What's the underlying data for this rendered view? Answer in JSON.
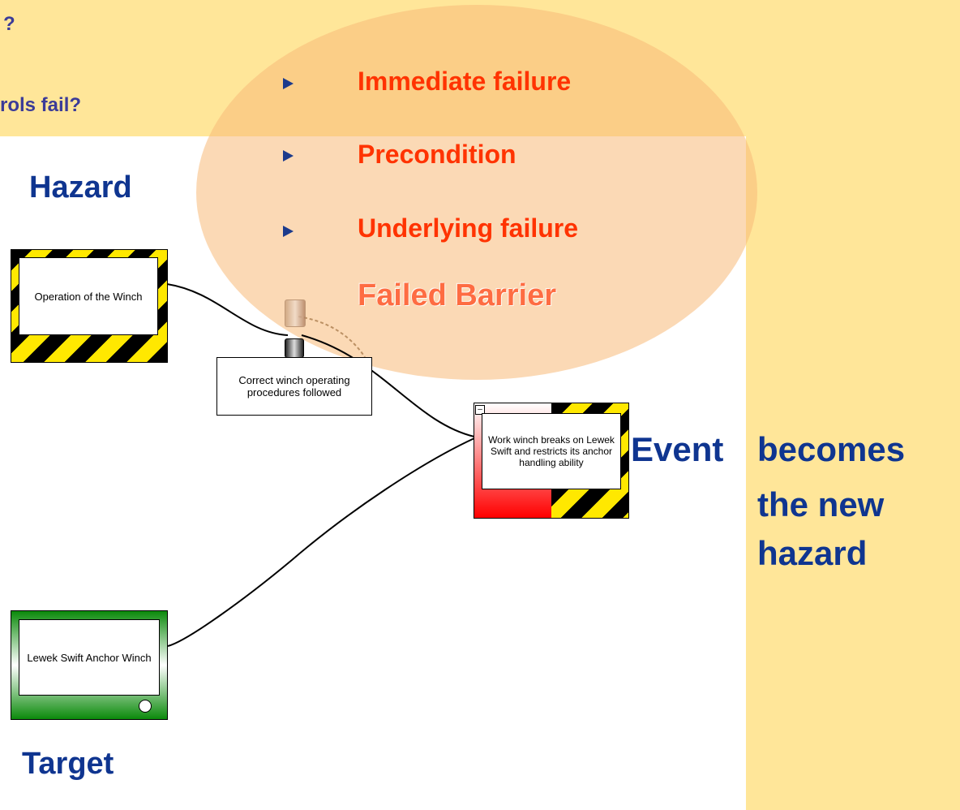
{
  "header": {
    "line1": "?",
    "line2": "rols fail?"
  },
  "labels": {
    "hazard": "Hazard",
    "target": "Target",
    "event_line1": "Event",
    "event_line2": "becomes",
    "event_line3": "the new",
    "event_line4": "hazard"
  },
  "legend": {
    "items": [
      "Immediate failure",
      "Precondition",
      "Underlying failure"
    ],
    "failed_barrier": "Failed Barrier"
  },
  "nodes": {
    "hazard": "Operation of the Winch",
    "barrier": "Correct winch operating procedures followed",
    "event": "Work winch breaks on Lewek Swift and restricts its anchor handling ability",
    "target": "Lewek Swift Anchor Winch"
  },
  "colors": {
    "band": "#ffe699",
    "title_blue": "#0f3590",
    "question_blue": "#3b3b98",
    "legend_orange": "#ff3300",
    "target_green": "#0b8a0b",
    "event_red": "#ff0000"
  }
}
